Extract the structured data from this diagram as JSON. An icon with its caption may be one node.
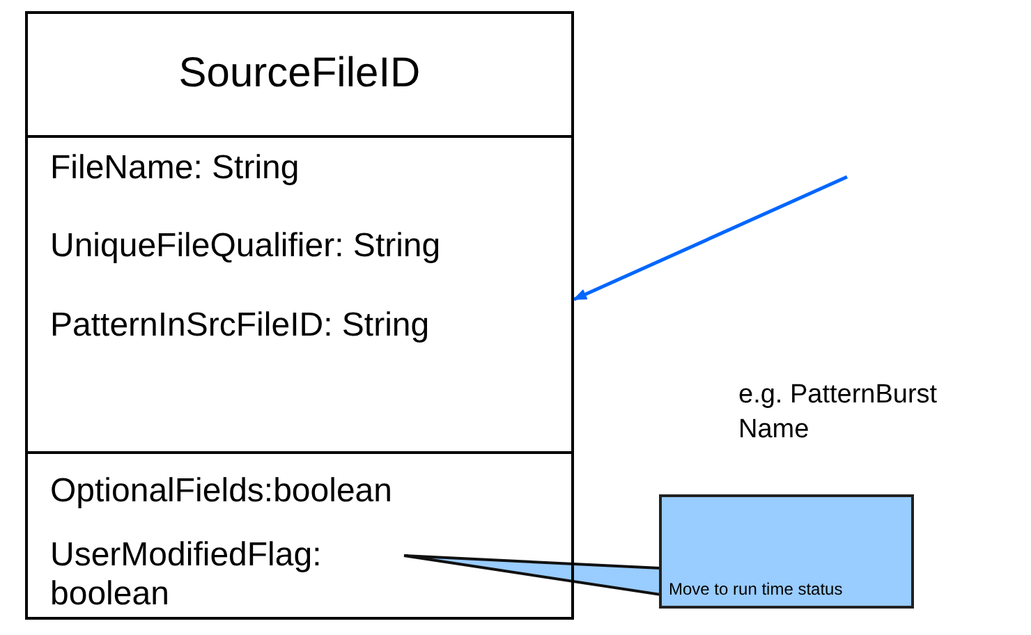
{
  "diagram": {
    "nodes": [
      {
        "text": [
          "SourceFileID"
        ]
      },
      {
        "text": [
          "FileName: String",
          "UniqueFileQualifier: String",
          "PatternInSrcFileID: String"
        ]
      },
      {
        "text": [
          "OptionalFields:boolean"
        ]
      },
      {
        "text": [
          "UserModifiedFlag: boolean"
        ],
        "in": 2
      },
      {
        "text": [
          "Move to run time status"
        ]
      }
    ],
    "edges": [
      {
        "from": null,
        "to": 1,
        "arrow": "to",
        "color": "#0066ff"
      },
      {
        "from": 4,
        "to": 3,
        "arrow": "none"
      }
    ],
    "labels": [
      "e.g. PatternBurst Name"
    ]
  }
}
